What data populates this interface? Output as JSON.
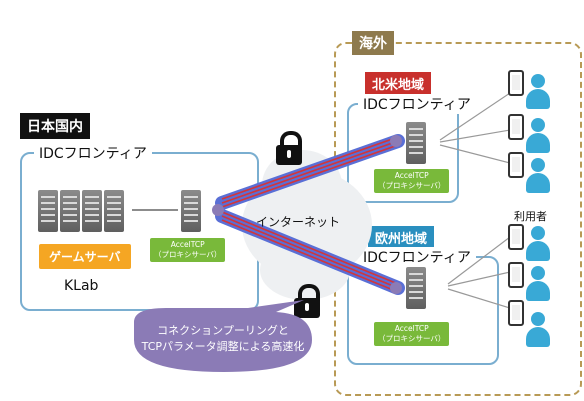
{
  "domestic": {
    "tag": "日本国内",
    "frame_title": "IDCフロンティア",
    "game_server_label": "ゲームサーバ",
    "company_label": "KLab",
    "accel_line1": "AccelTCP",
    "accel_line2": "（プロキシサーバ）"
  },
  "internet_label": "インターネット",
  "overseas": {
    "tag": "海外",
    "north_america": {
      "tag": "北米地域",
      "frame_title": "IDCフロンティア",
      "accel_line1": "AccelTCP",
      "accel_line2": "（プロキシサーバ）"
    },
    "europe": {
      "tag": "欧州地域",
      "frame_title": "IDCフロンティア",
      "accel_line1": "AccelTCP",
      "accel_line2": "（プロキシサーバ）"
    },
    "users_label": "利用者"
  },
  "callout": {
    "line1": "コネクションプーリングと",
    "line2": "TCPパラメータ調整による高速化"
  },
  "colors": {
    "frame_border": "#7aaed0",
    "overseas_border": "#b89a55",
    "accel_badge": "#79b93a",
    "game_badge": "#f5a623",
    "user_icon": "#39a9d6",
    "callout": "#8b7bb6",
    "tunnel_blue": "#5a6fd6",
    "tunnel_red": "#d2363a",
    "north_america_tag": "#c8302c",
    "europe_tag": "#2a8fbf"
  },
  "icons": [
    "server-icon",
    "lock-icon",
    "person-icon",
    "smartphone-icon",
    "cloud-icon"
  ]
}
